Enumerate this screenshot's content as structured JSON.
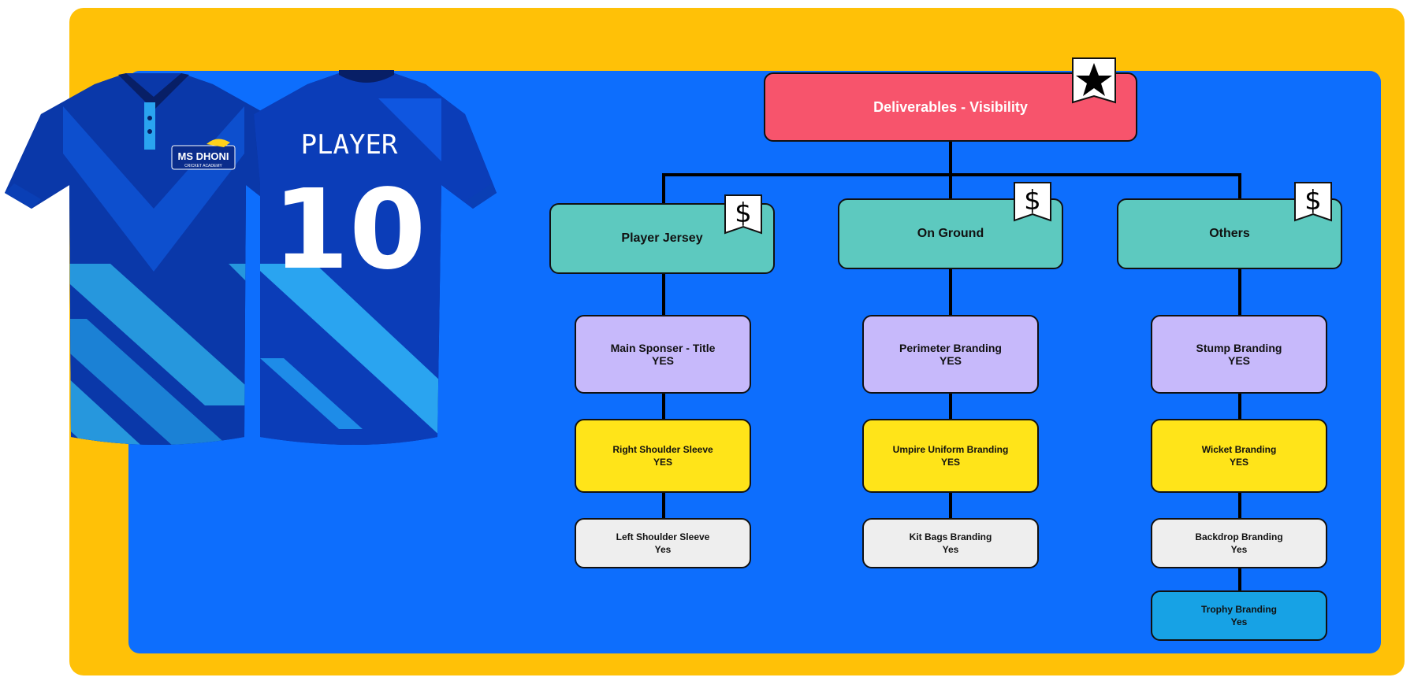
{
  "jersey": {
    "back_name": "PLAYER",
    "back_number": "10",
    "logo_text": "MS DHONI",
    "logo_subtext": "CRICKET ACADEMY"
  },
  "diagram": {
    "root": {
      "label": "Deliverables - Visibility",
      "badge_icon": "star-icon"
    },
    "categories": [
      {
        "label": "Player Jersey",
        "badge_icon": "dollar-icon",
        "items": [
          {
            "title": "Main Sponser - Title",
            "status": "YES"
          },
          {
            "title": "Right Shoulder Sleeve",
            "status": "YES"
          },
          {
            "title": "Left Shoulder Sleeve",
            "status": "Yes"
          }
        ]
      },
      {
        "label": "On Ground",
        "badge_icon": "dollar-icon",
        "items": [
          {
            "title": "Perimeter Branding",
            "status": "YES"
          },
          {
            "title": "Umpire Uniform Branding",
            "status": "YES"
          },
          {
            "title": "Kit Bags Branding",
            "status": "Yes"
          }
        ]
      },
      {
        "label": "Others",
        "badge_icon": "dollar-icon",
        "items": [
          {
            "title": "Stump Branding",
            "status": "YES"
          },
          {
            "title": "Wicket Branding",
            "status": "YES"
          },
          {
            "title": "Backdrop Branding",
            "status": "Yes"
          },
          {
            "title": "Trophy Branding",
            "status": "Yes"
          }
        ]
      }
    ],
    "colors": {
      "frame": "#FFC107",
      "panel": "#0D6EFD",
      "root": "#F7546C",
      "category": "#5DC9BF",
      "level1": "#C7B9FB",
      "level2": "#FFE419",
      "level3": "#EEEEEE",
      "level4": "#17A2E5"
    }
  }
}
